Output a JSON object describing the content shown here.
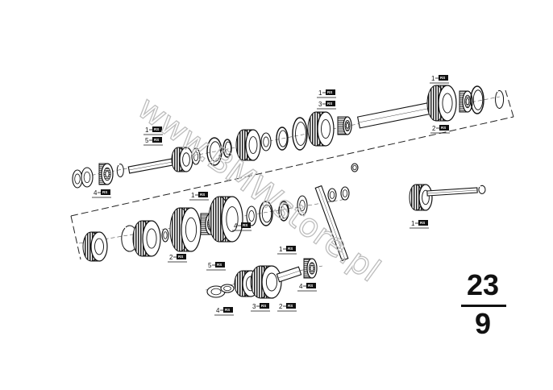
{
  "watermark": "www.BMWstore.pl",
  "page_number": {
    "top": "23",
    "bottom": "9"
  },
  "rs_badge": "RS",
  "callouts": [
    {
      "id": "c1",
      "num": "1",
      "rs": "RS"
    },
    {
      "id": "c2",
      "num": "3",
      "rs": "RS"
    },
    {
      "id": "c3",
      "num": "1",
      "rs": "RS"
    },
    {
      "id": "c4",
      "num": "2",
      "rs": "RS"
    },
    {
      "id": "c5",
      "num": "1",
      "rs": "RS"
    },
    {
      "id": "c6",
      "num": "5",
      "rs": "RS"
    },
    {
      "id": "c7",
      "num": "4",
      "rs": "RS"
    },
    {
      "id": "c8",
      "num": "1",
      "rs": "RS"
    },
    {
      "id": "c9",
      "num": "2",
      "rs": "RS"
    },
    {
      "id": "c10",
      "num": "4",
      "rs": "RS"
    },
    {
      "id": "c11",
      "num": "1",
      "rs": "RS"
    },
    {
      "id": "c12",
      "num": "1",
      "rs": "RS"
    },
    {
      "id": "c13",
      "num": "5",
      "rs": "RS"
    },
    {
      "id": "c14",
      "num": "4",
      "rs": "RS"
    },
    {
      "id": "c15",
      "num": "4",
      "rs": "RS"
    },
    {
      "id": "c16",
      "num": "3",
      "rs": "RS"
    },
    {
      "id": "c17",
      "num": "2",
      "rs": "RS"
    }
  ]
}
